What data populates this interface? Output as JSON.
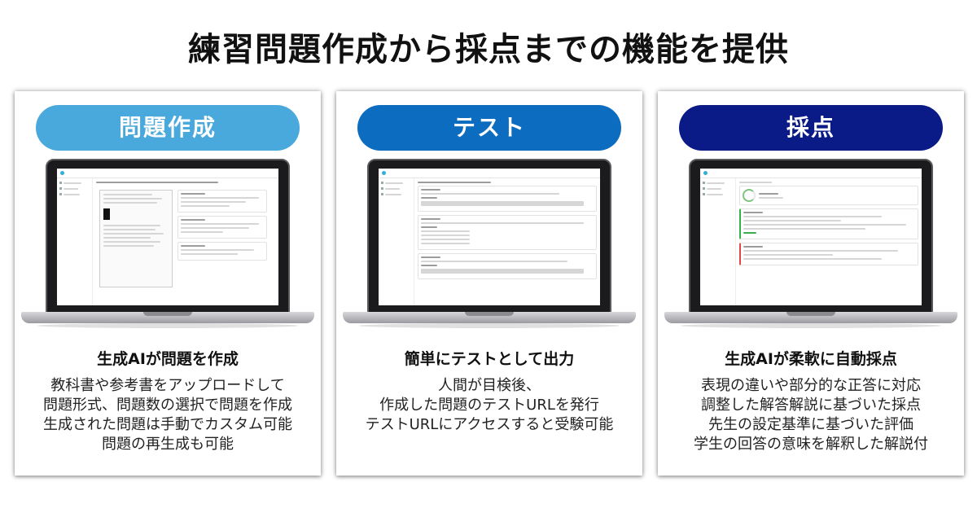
{
  "page": {
    "title": "練習問題作成から採点までの機能を提供"
  },
  "cards": [
    {
      "label": "問題作成",
      "subtitle": "生成AIが問題を作成",
      "lines": [
        "教科書や参考書をアップロードして",
        "問題形式、問題数の選択で問題を作成",
        "生成された問題は手動でカスタム可能",
        "問題の再生成も可能"
      ],
      "color": "#4aa9dc"
    },
    {
      "label": "テスト",
      "subtitle": "簡単にテストとして出力",
      "lines": [
        "人間が目検後、",
        "作成した問題のテストURLを発行",
        "テストURLにアクセスすると受験可能"
      ],
      "color": "#0b6cc0"
    },
    {
      "label": "採点",
      "subtitle": "生成AIが柔軟に自動採点",
      "lines": [
        "表現の違いや部分的な正答に対応",
        "調整した解答解説に基づいた採点",
        "先生の設定基準に基づいた評価",
        "学生の回答の意味を解釈した解説付"
      ],
      "color": "#0a1a86"
    }
  ]
}
